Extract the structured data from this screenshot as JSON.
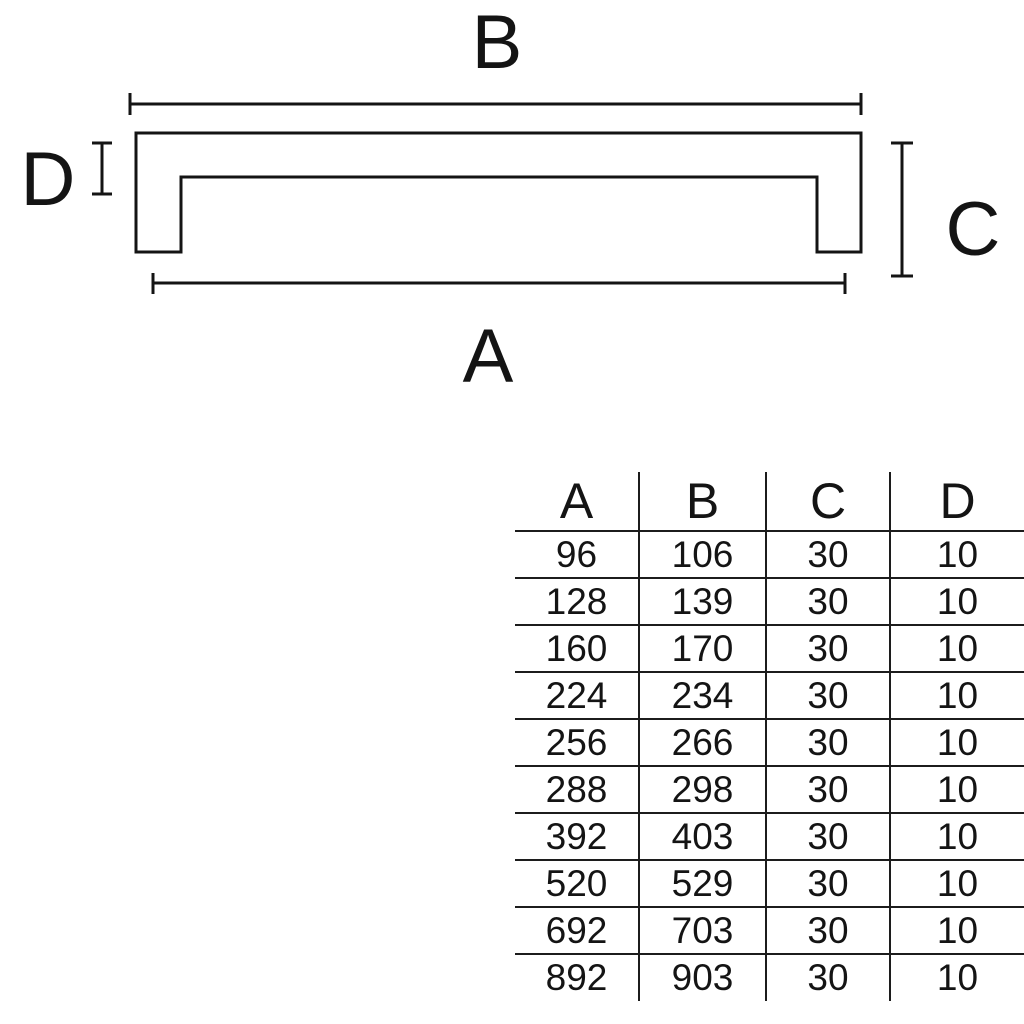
{
  "diagram": {
    "label_top": "B",
    "label_bottom": "A",
    "label_left": "D",
    "label_right": "C"
  },
  "table": {
    "columns": [
      "A",
      "B",
      "C",
      "D"
    ],
    "rows": [
      [
        "96",
        "106",
        "30",
        "10"
      ],
      [
        "128",
        "139",
        "30",
        "10"
      ],
      [
        "160",
        "170",
        "30",
        "10"
      ],
      [
        "224",
        "234",
        "30",
        "10"
      ],
      [
        "256",
        "266",
        "30",
        "10"
      ],
      [
        "288",
        "298",
        "30",
        "10"
      ],
      [
        "392",
        "403",
        "30",
        "10"
      ],
      [
        "520",
        "529",
        "30",
        "10"
      ],
      [
        "692",
        "703",
        "30",
        "10"
      ],
      [
        "892",
        "903",
        "30",
        "10"
      ]
    ]
  },
  "colors": {
    "line": "#141414",
    "background": "#ffffff"
  }
}
